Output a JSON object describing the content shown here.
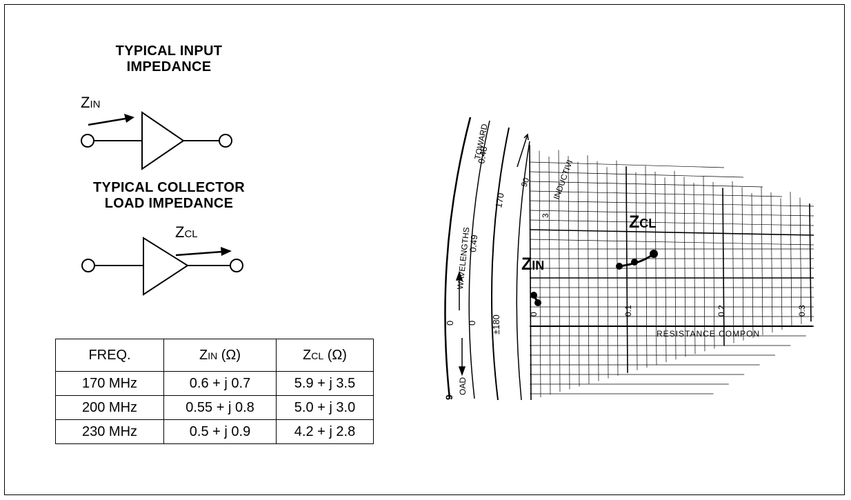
{
  "headings": {
    "input": [
      "TYPICAL INPUT",
      "IMPEDANCE"
    ],
    "collector": [
      "TYPICAL COLLECTOR",
      "LOAD IMPEDANCE"
    ]
  },
  "amp_labels": {
    "zin_main": "Z",
    "zin_sub": "IN",
    "zcl_main": "Z",
    "zcl_sub": "CL"
  },
  "table": {
    "headers": [
      {
        "text": "FREQ.",
        "main": "",
        "sub": "",
        "unit": ""
      },
      {
        "text": "",
        "main": "Z",
        "sub": "IN",
        "unit": " (Ω)"
      },
      {
        "text": "",
        "main": "Z",
        "sub": "CL",
        "unit": " (Ω)"
      }
    ],
    "rows": [
      [
        "170 MHz",
        "0.6 + j 0.7",
        "5.9 + j 3.5"
      ],
      [
        "200 MHz",
        "0.55 + j 0.8",
        "5.0 + j 3.0"
      ],
      [
        "230 MHz",
        "0.5 + j 0.9",
        "4.2 + j 2.8"
      ]
    ]
  },
  "smith_chart": {
    "scale_labels": {
      "toward": "TOWARD",
      "wavelengths": "WAVELENGTHS",
      "load": "OAD",
      "val_048": "0.48",
      "val_049": "0.49",
      "val_0": "0",
      "val_0b": "0",
      "val_9": "9",
      "angle_170": "170",
      "angle_180": "±180",
      "angle_90": "90",
      "inductive": "INDUCTIVI",
      "resistance": "RESISTANCE  COMPON",
      "r0": "0",
      "r01": "0.1",
      "r02": "0.2",
      "r03": "0.3",
      "x3": "3"
    },
    "zcl": {
      "main": "Z",
      "sub": "CL"
    },
    "zin": {
      "main": "Z",
      "sub": "IN"
    }
  }
}
